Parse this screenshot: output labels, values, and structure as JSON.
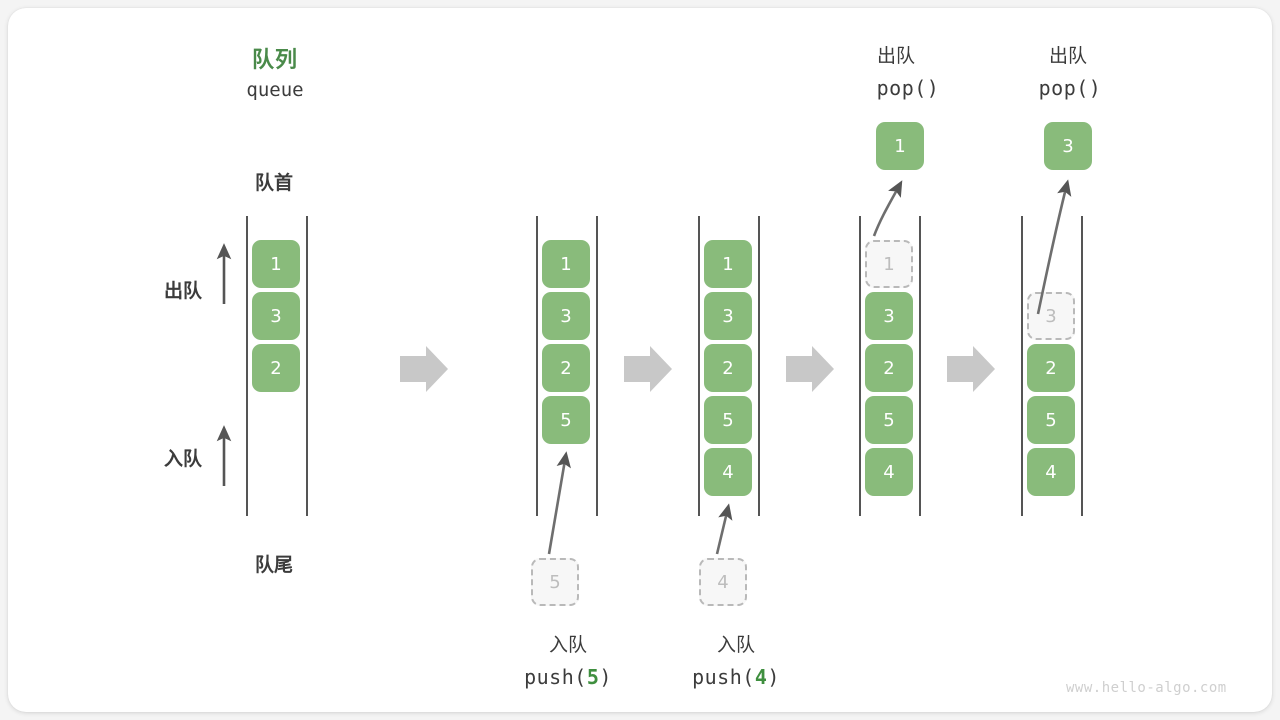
{
  "diagram": {
    "title_cn": "队列",
    "title_en": "queue",
    "head_label": "队首",
    "tail_label": "队尾",
    "dequeue_label": "出队",
    "enqueue_label": "入队",
    "watermark": "www.hello-algo.com",
    "accent_green": "#89bb7b",
    "accent_green_text": "#4a8a4a",
    "ghost_gray": "#bdbdbd",
    "arrow_gray": "#c8c8c8"
  },
  "columns": [
    {
      "id": "col-initial",
      "top_label_cn": "",
      "top_label_code": "",
      "items": [
        {
          "value": "1",
          "state": "filled"
        },
        {
          "value": "3",
          "state": "filled"
        },
        {
          "value": "2",
          "state": "filled"
        }
      ],
      "popped": null,
      "incoming": null,
      "bottom_label_cn": "",
      "bottom_label_code": ""
    },
    {
      "id": "col-push-5",
      "top_label_cn": "",
      "top_label_code": "",
      "items": [
        {
          "value": "1",
          "state": "filled"
        },
        {
          "value": "3",
          "state": "filled"
        },
        {
          "value": "2",
          "state": "filled"
        },
        {
          "value": "5",
          "state": "filled"
        }
      ],
      "popped": null,
      "incoming": {
        "value": "5"
      },
      "bottom_label_cn": "入队",
      "bottom_label_code": "push(5)",
      "bottom_code_prefix": "push(",
      "bottom_code_num": "5",
      "bottom_code_suffix": ")"
    },
    {
      "id": "col-push-4",
      "top_label_cn": "",
      "top_label_code": "",
      "items": [
        {
          "value": "1",
          "state": "filled"
        },
        {
          "value": "3",
          "state": "filled"
        },
        {
          "value": "2",
          "state": "filled"
        },
        {
          "value": "5",
          "state": "filled"
        },
        {
          "value": "4",
          "state": "filled"
        }
      ],
      "popped": null,
      "incoming": {
        "value": "4"
      },
      "bottom_label_cn": "入队",
      "bottom_label_code": "push(4)",
      "bottom_code_prefix": "push(",
      "bottom_code_num": "4",
      "bottom_code_suffix": ")"
    },
    {
      "id": "col-pop-1",
      "top_label_cn": "出队",
      "top_label_code": "pop()",
      "items": [
        {
          "value": "1",
          "state": "ghost"
        },
        {
          "value": "3",
          "state": "filled"
        },
        {
          "value": "2",
          "state": "filled"
        },
        {
          "value": "5",
          "state": "filled"
        },
        {
          "value": "4",
          "state": "filled"
        }
      ],
      "popped": {
        "value": "1"
      },
      "incoming": null,
      "bottom_label_cn": "",
      "bottom_label_code": ""
    },
    {
      "id": "col-pop-3",
      "top_label_cn": "出队",
      "top_label_code": "pop()",
      "items": [
        {
          "value": "",
          "state": "empty"
        },
        {
          "value": "3",
          "state": "ghost"
        },
        {
          "value": "2",
          "state": "filled"
        },
        {
          "value": "5",
          "state": "filled"
        },
        {
          "value": "4",
          "state": "filled"
        }
      ],
      "popped": {
        "value": "3"
      },
      "incoming": null,
      "bottom_label_cn": "",
      "bottom_label_code": ""
    }
  ],
  "step_arrows": [
    {
      "id": "step-arrow-1"
    },
    {
      "id": "step-arrow-2"
    },
    {
      "id": "step-arrow-3"
    },
    {
      "id": "step-arrow-4"
    }
  ]
}
